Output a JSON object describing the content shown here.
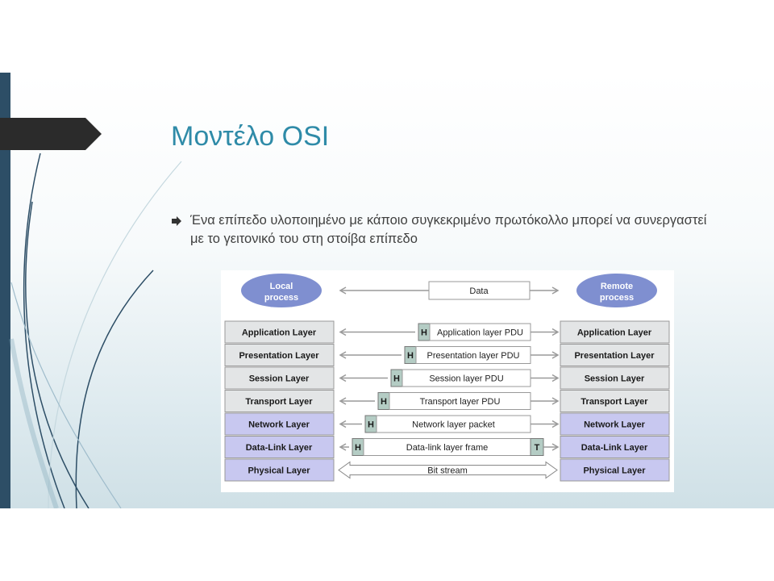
{
  "slide": {
    "title": "Μοντέλο OSI",
    "bullet": "Ένα επίπεδο υλοποιημένο με κάποιο συγκεκριμένο πρωτόκολλο μπορεί να συνεργαστεί με το γειτονικό του στη στοίβα επίπεδο",
    "bullet_icon": "arrow-right-icon"
  },
  "figure": {
    "local_process": [
      "Local",
      "process"
    ],
    "remote_process": [
      "Remote",
      "process"
    ],
    "data_label": "Data",
    "header_marker": "H",
    "trailer_marker": "T",
    "layers": [
      {
        "name": "Application Layer",
        "pdu": "Application layer PDU",
        "group": "upper"
      },
      {
        "name": "Presentation Layer",
        "pdu": "Presentation layer PDU",
        "group": "upper"
      },
      {
        "name": "Session Layer",
        "pdu": "Session layer PDU",
        "group": "upper"
      },
      {
        "name": "Transport Layer",
        "pdu": "Transport layer PDU",
        "group": "upper"
      },
      {
        "name": "Network Layer",
        "pdu": "Network layer packet",
        "group": "lower"
      },
      {
        "name": "Data-Link Layer",
        "pdu": "Data-link layer frame",
        "group": "lower",
        "trailer": true
      },
      {
        "name": "Physical Layer",
        "pdu": "Bit stream",
        "group": "lower",
        "bitstream": true
      }
    ],
    "colors": {
      "upper_layer": "#e3e5e6",
      "lower_layer": "#c8c8f0",
      "process_fill": "#7f8fd0",
      "header_fill": "#b4ccc4",
      "title": "#2f8ba8"
    }
  }
}
